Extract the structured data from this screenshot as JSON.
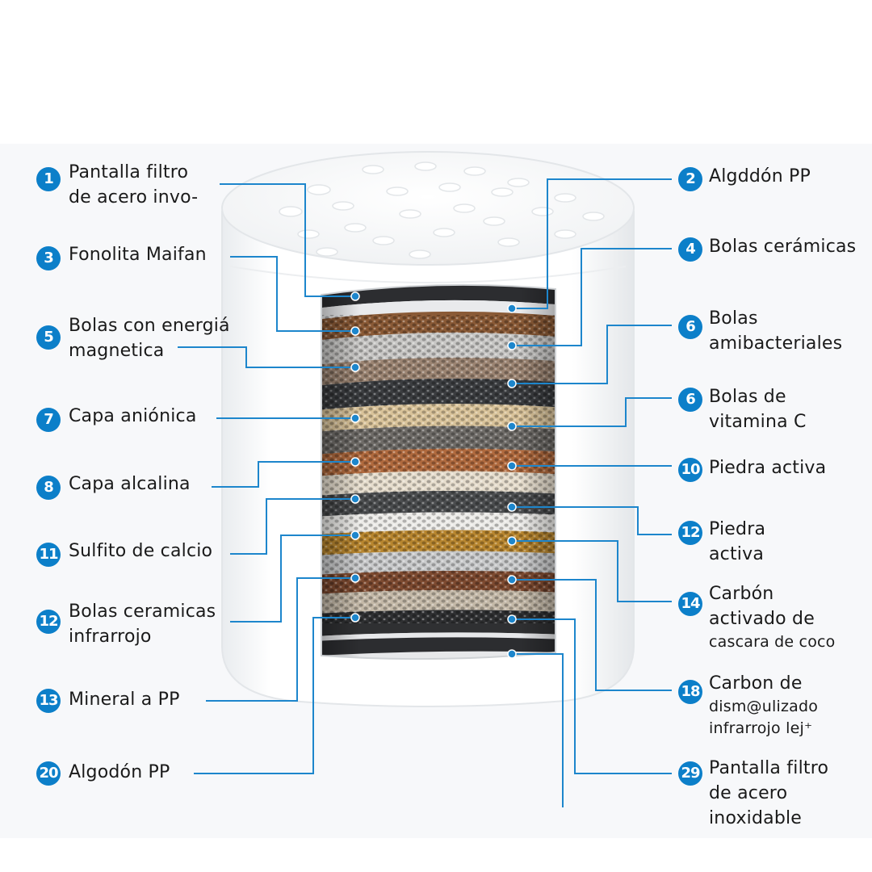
{
  "colors": {
    "accent": "#0c7fc9",
    "leader": "#1d86cc",
    "text": "#1a1a1a",
    "background_band": "#f7f8fa"
  },
  "callouts": {
    "c1": {
      "number": "1",
      "lines": [
        "Pantalla filtro",
        "de acero invo-"
      ]
    },
    "c2": {
      "number": "2",
      "lines": [
        "Algddón PP"
      ]
    },
    "c3": {
      "number": "3",
      "lines": [
        "Fonolita Maifan"
      ]
    },
    "c4": {
      "number": "4",
      "lines": [
        "Bolas cerámicas"
      ]
    },
    "c5": {
      "number": "5",
      "lines": [
        "Bolas con energiá",
        "magnetica"
      ]
    },
    "c6a": {
      "number": "6",
      "lines": [
        "Bolas",
        "amibacteriales"
      ]
    },
    "c6b": {
      "number": "6",
      "lines": [
        "Bolas de",
        "vitamina C"
      ]
    },
    "c7": {
      "number": "7",
      "lines": [
        "Capa aniónica"
      ]
    },
    "c8": {
      "number": "8",
      "lines": [
        "Capa alcalina"
      ]
    },
    "c10": {
      "number": "10",
      "lines": [
        "Piedra activa"
      ]
    },
    "c11": {
      "number": "11",
      "lines": [
        "Sulfito de calcio"
      ]
    },
    "c12a": {
      "number": "12",
      "lines": [
        "Piedra",
        "activa"
      ]
    },
    "c12b": {
      "number": "12",
      "lines": [
        "Bolas ceramicas",
        "infrarrojo"
      ]
    },
    "c13": {
      "number": "13",
      "lines": [
        "Mineral a PP"
      ]
    },
    "c14": {
      "number": "14",
      "lines": [
        "Carbón",
        "activado de",
        "cascara de coco"
      ]
    },
    "c18": {
      "number": "18",
      "lines": [
        "Carbon de",
        "dism@ulizado",
        "infrarrojo lej⁺"
      ]
    },
    "c20": {
      "number": "20",
      "lines": [
        "Algodón PP"
      ]
    },
    "c29": {
      "number": "29",
      "lines": [
        "Pantalla filtro",
        "de acero",
        "inoxidable"
      ]
    }
  }
}
